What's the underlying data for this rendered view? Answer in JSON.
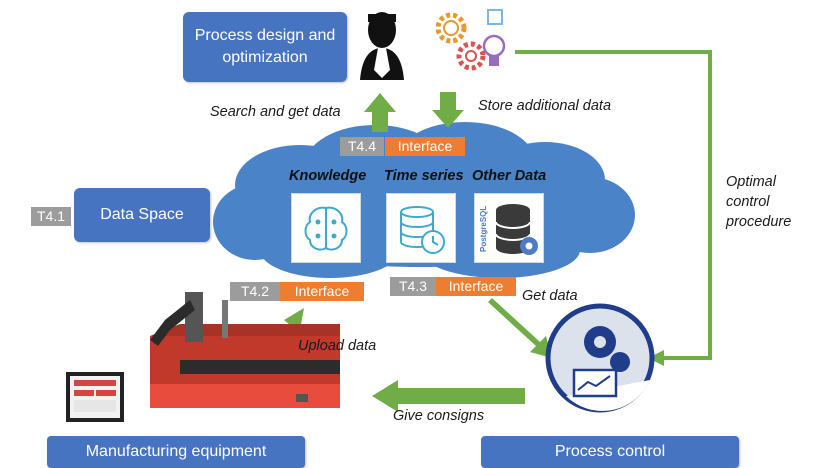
{
  "boxes": {
    "process_design": "Process design and optimization",
    "data_space": "Data Space",
    "manufacturing": "Manufacturing equipment",
    "process_control": "Process control"
  },
  "tags": {
    "t41": "T4.1",
    "t42": "T4.2",
    "t43": "T4.3",
    "t44": "T4.4",
    "interface": "Interface"
  },
  "labels": {
    "search": "Search and get data",
    "store": "Store additional data",
    "optimal_1": "Optimal",
    "optimal_2": "control",
    "optimal_3": "procedure",
    "upload": "Upload data",
    "get": "Get data",
    "give": "Give consigns"
  },
  "cloud": {
    "knowledge": "Knowledge",
    "time_series": "Time series",
    "other_data": "Other Data",
    "postgres_text": "PostgreSQL"
  },
  "colors": {
    "box_blue": "#4674c1",
    "cloud_blue": "#4b83c8",
    "arrow_green": "#70ad47",
    "tag_orange": "#ed7d31",
    "tag_grey": "#9c9c9c"
  }
}
